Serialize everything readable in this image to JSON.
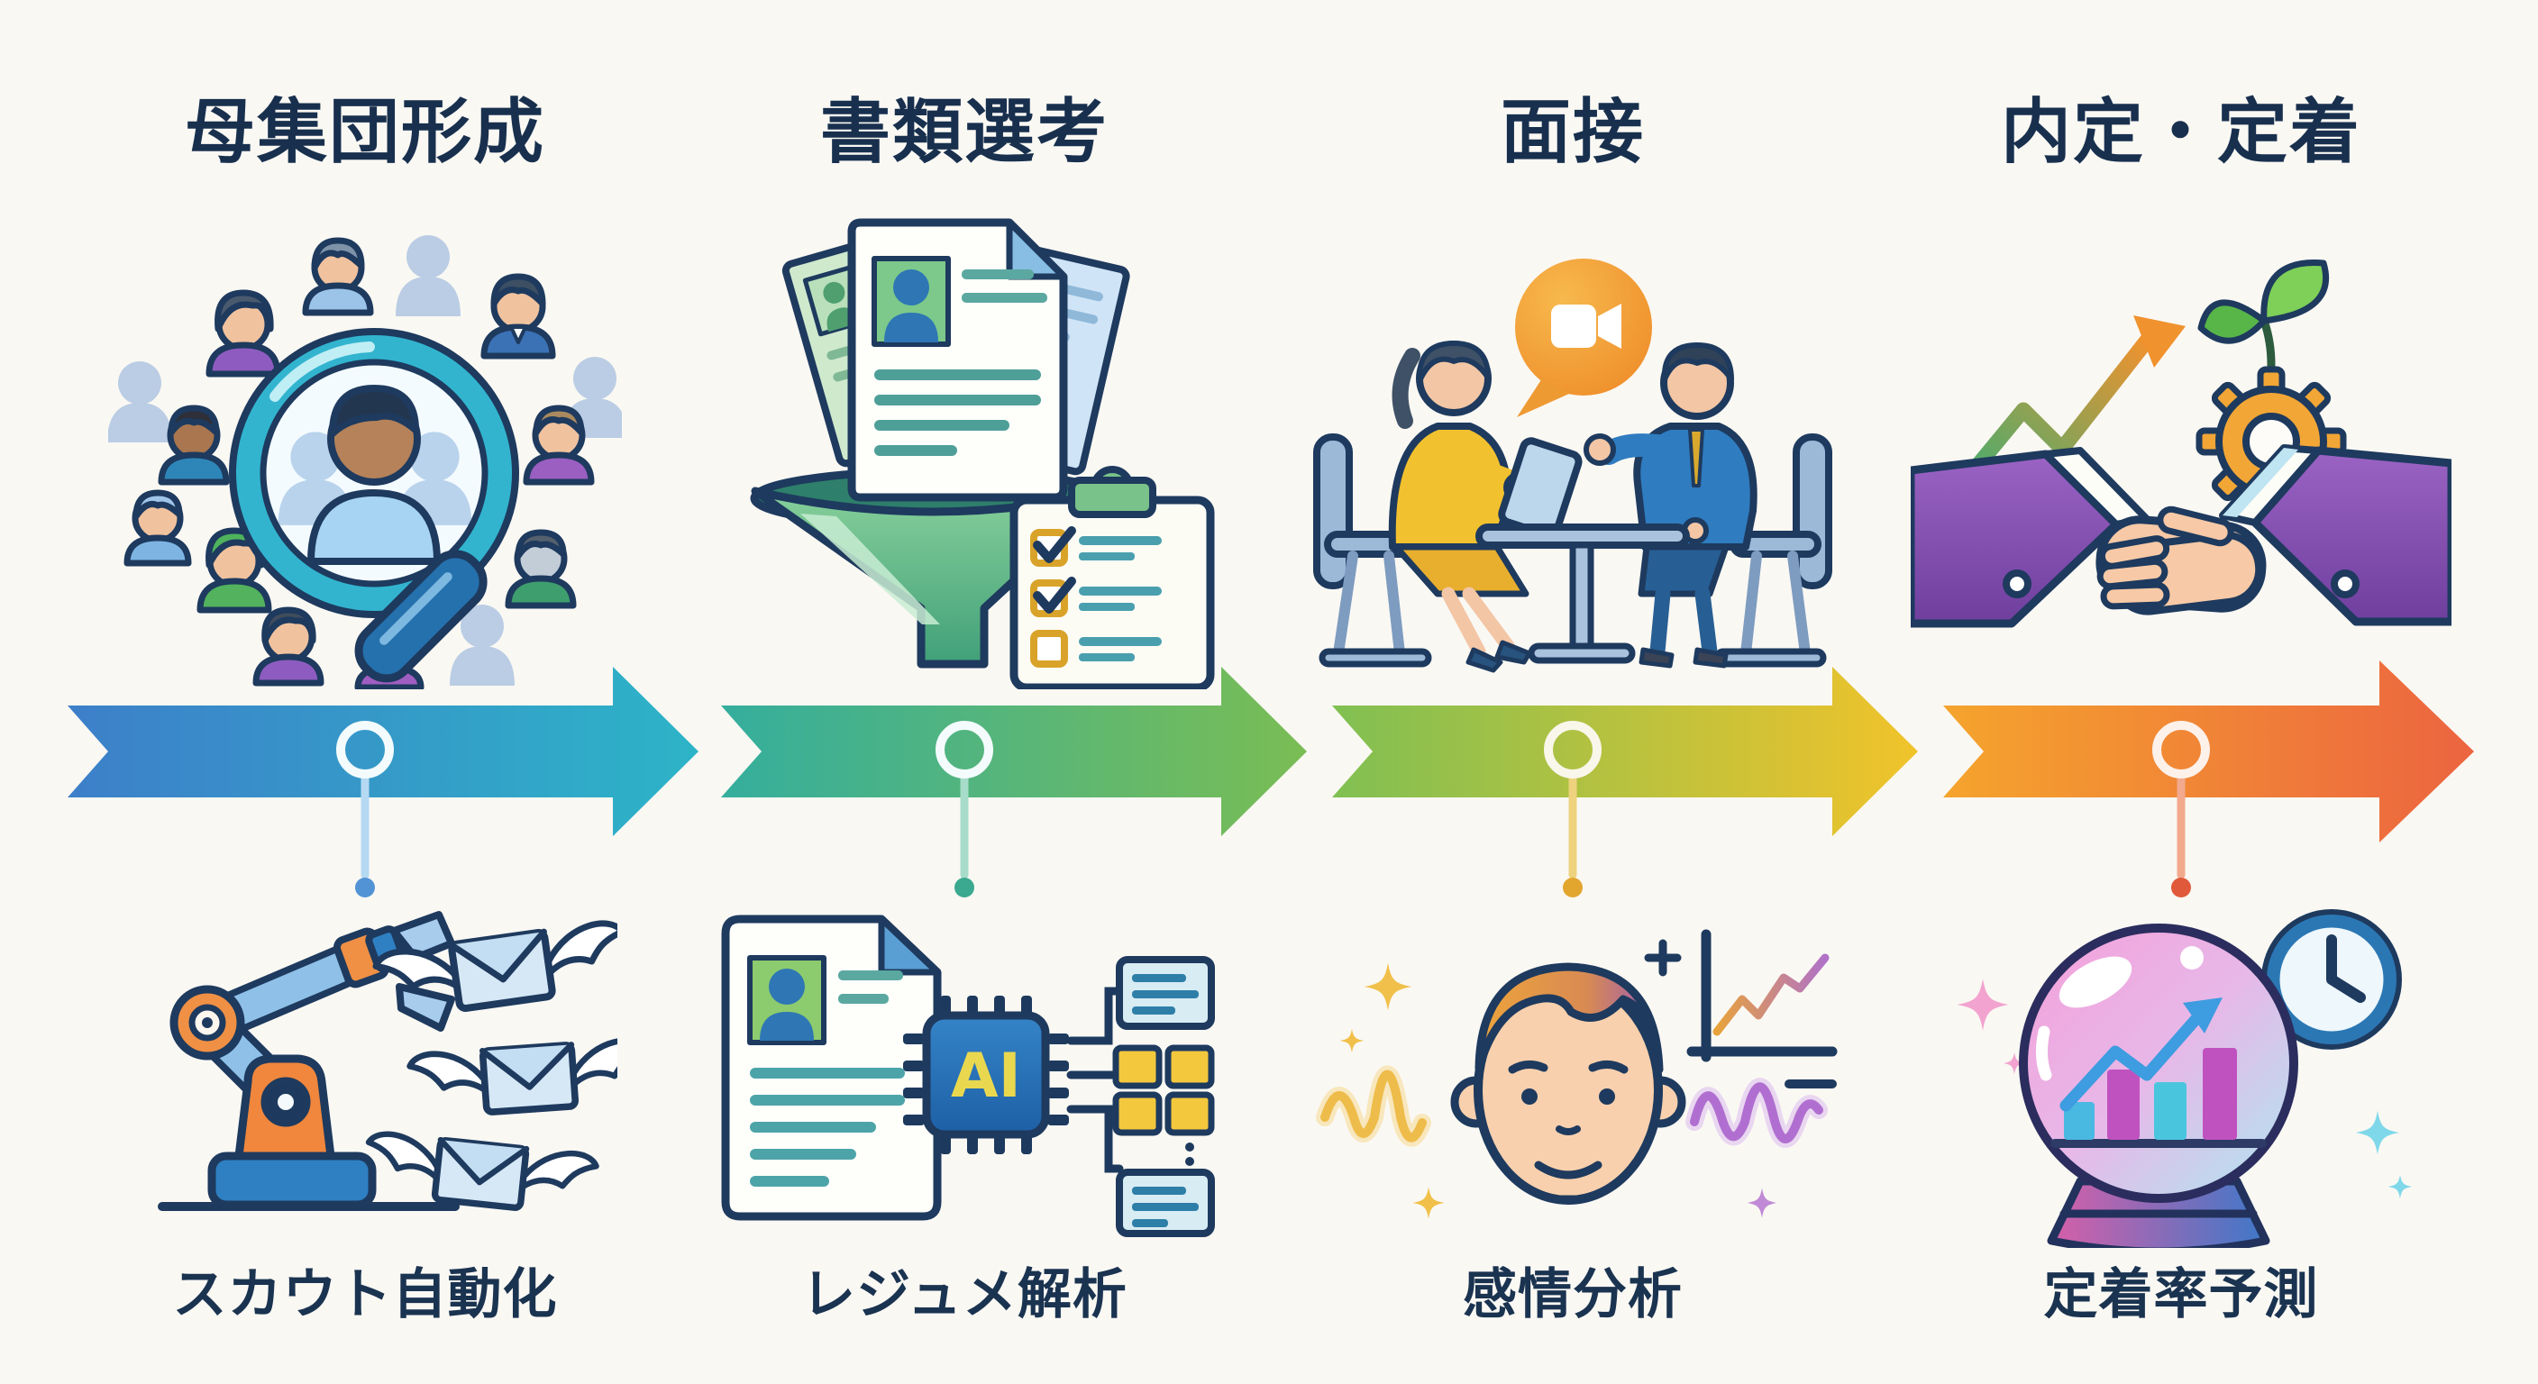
{
  "page": {
    "type": "recruitment-process-ai-infographic",
    "background_color": "#faf8f3",
    "text_color": "#18304e"
  },
  "flow": {
    "direction": "left-to-right",
    "arrow_gradient": [
      "#3d7fc9",
      "#2db4c8",
      "#35ae9d",
      "#7abd54",
      "#f1c32a",
      "#f5a42d",
      "#ec6440"
    ],
    "stages": [
      {
        "title": "母集団形成",
        "ai_label": "スカウト自動化",
        "top_icon": "people-search-magnifier-icon",
        "bottom_icon": "robot-arm-emails-icon",
        "segment_gradient": [
          "#3d7fc9",
          "#2db4c8"
        ],
        "pin_color": "#5293d6"
      },
      {
        "title": "書類選考",
        "ai_label": "レジュメ解析",
        "top_icon": "funnel-documents-checklist-icon",
        "bottom_icon": "resume-ai-chip-icon",
        "segment_gradient": [
          "#35ae9d",
          "#7abd54"
        ],
        "pin_color": "#3aa98f"
      },
      {
        "title": "面接",
        "ai_label": "感情分析",
        "top_icon": "video-interview-icon",
        "bottom_icon": "emotion-analysis-face-icon",
        "segment_gradient": [
          "#80c053",
          "#f1c32a"
        ],
        "pin_color": "#e2a62e"
      },
      {
        "title": "内定・定着",
        "ai_label": "定着率予測",
        "top_icon": "handshake-growth-icon",
        "bottom_icon": "crystal-ball-forecast-icon",
        "segment_gradient": [
          "#f5a42d",
          "#ec6440"
        ],
        "pin_color": "#e0593a"
      }
    ]
  }
}
